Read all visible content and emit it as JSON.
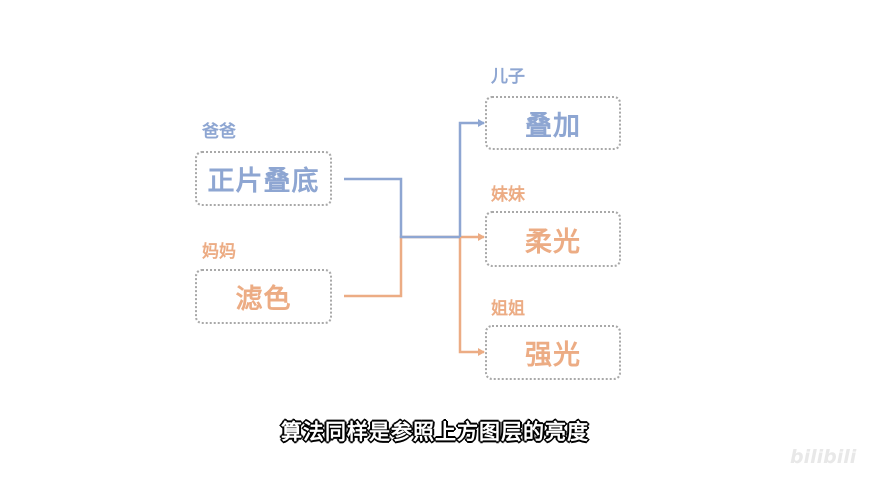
{
  "colors": {
    "blue": "#8ea6d2",
    "orange": "#ecac84",
    "box_border": "#a9a9a9"
  },
  "parents": [
    {
      "tag": "爸爸",
      "label": "正片叠底",
      "color": "blue"
    },
    {
      "tag": "妈妈",
      "label": "滤色",
      "color": "orange"
    }
  ],
  "children": [
    {
      "tag": "儿子",
      "label": "叠加",
      "color": "blue"
    },
    {
      "tag": "妹妹",
      "label": "柔光",
      "color": "orange"
    },
    {
      "tag": "姐姐",
      "label": "强光",
      "color": "orange"
    }
  ],
  "subtitle": "算法同样是参照上方图层的亮度",
  "watermark": "bilibili"
}
